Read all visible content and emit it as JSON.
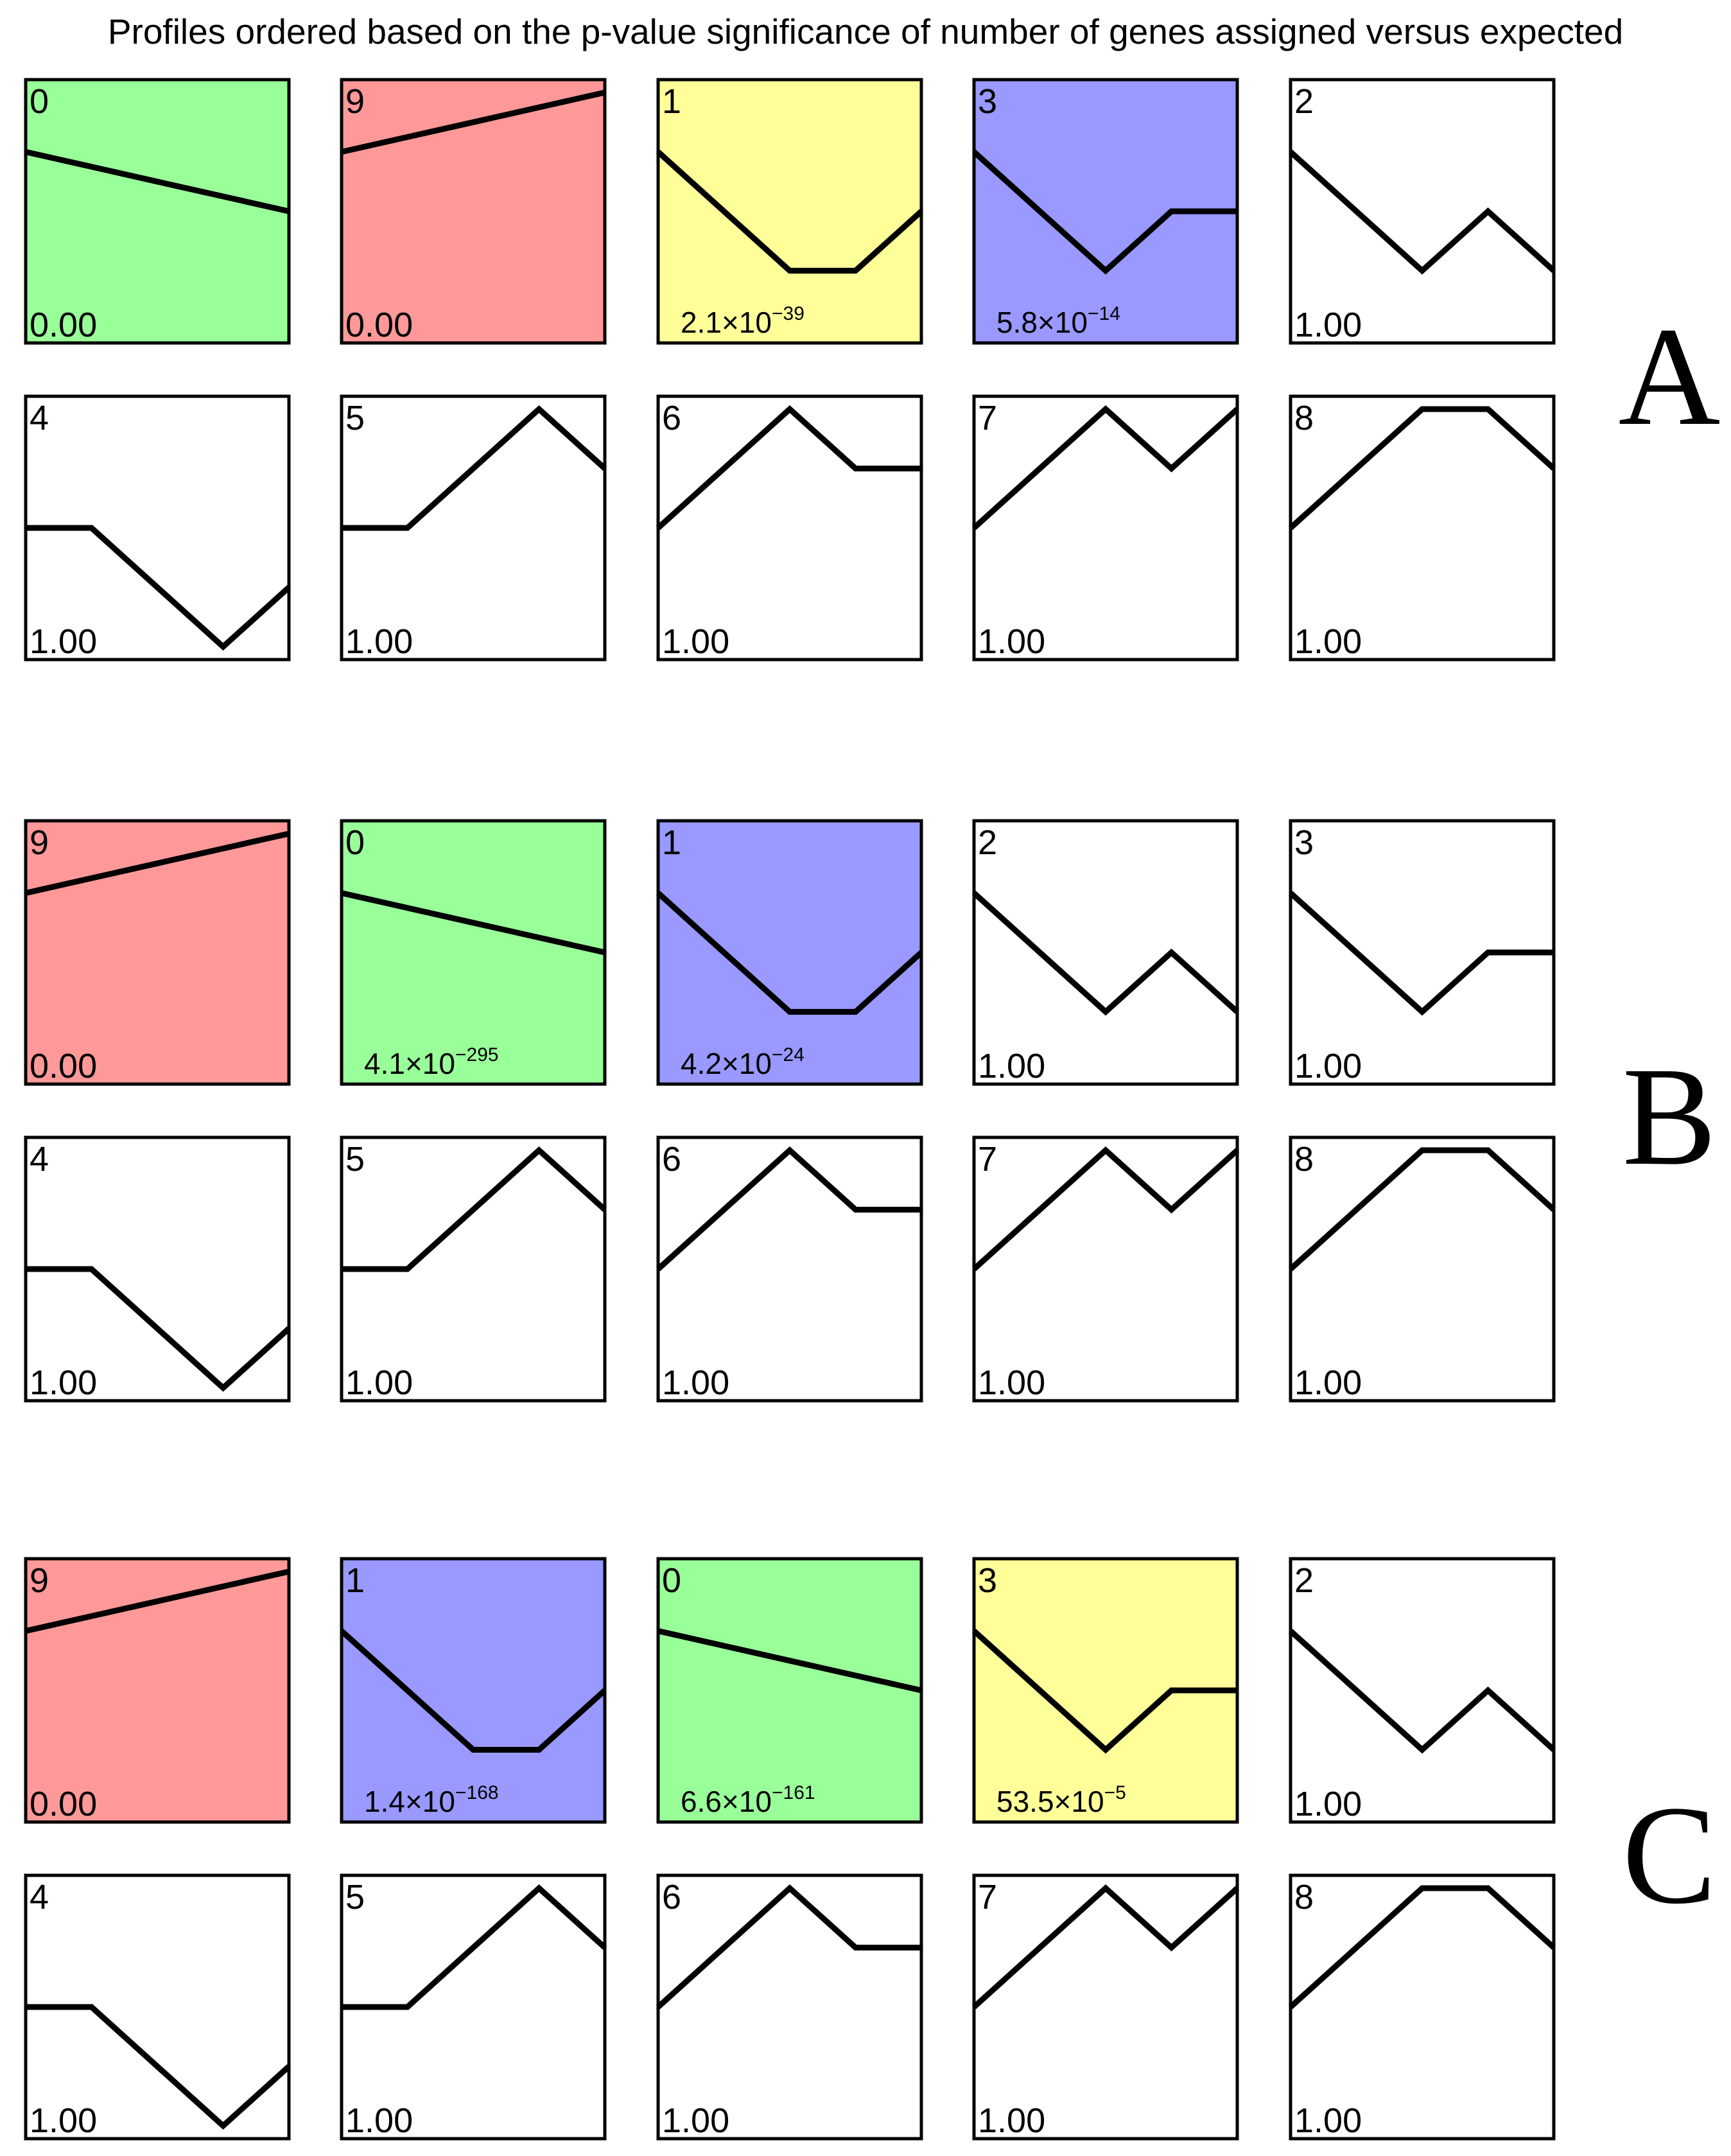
{
  "title": "Profiles ordered based on the p-value significance of number of genes assigned versus expected",
  "colors": {
    "green": "#99ff99",
    "red": "#ff9999",
    "yellow": "#ffff99",
    "blue": "#9999ff",
    "white": "#ffffff"
  },
  "shapes": {
    "0": [
      1,
      0.75,
      0.5,
      0.25,
      0
    ],
    "9": [
      1,
      1.25,
      1.5,
      1.75,
      2
    ],
    "1": [
      1,
      0,
      -1,
      -1,
      0
    ],
    "3": [
      1,
      0,
      -1,
      0,
      0
    ],
    "2": [
      1,
      0,
      -1,
      0,
      -1
    ],
    "4": [
      0,
      0,
      -1,
      -2,
      -1
    ],
    "5": [
      0,
      0,
      1,
      2,
      1
    ],
    "6": [
      0,
      1,
      2,
      1,
      1
    ],
    "7": [
      0,
      1,
      2,
      1,
      2
    ],
    "8": [
      0,
      1,
      2,
      2,
      1
    ]
  },
  "panels": [
    {
      "label": "A",
      "profiles": [
        {
          "id": "0",
          "color": "green",
          "pvalue": "0.00"
        },
        {
          "id": "9",
          "color": "red",
          "pvalue": "0.00"
        },
        {
          "id": "1",
          "color": "yellow",
          "pvalue": {
            "mantissa": "2.1×10",
            "exponent": "−39"
          }
        },
        {
          "id": "3",
          "color": "blue",
          "pvalue": {
            "mantissa": "5.8×10",
            "exponent": "−14"
          }
        },
        {
          "id": "2",
          "color": "white",
          "pvalue": "1.00"
        },
        {
          "id": "4",
          "color": "white",
          "pvalue": "1.00"
        },
        {
          "id": "5",
          "color": "white",
          "pvalue": "1.00"
        },
        {
          "id": "6",
          "color": "white",
          "pvalue": "1.00"
        },
        {
          "id": "7",
          "color": "white",
          "pvalue": "1.00"
        },
        {
          "id": "8",
          "color": "white",
          "pvalue": "1.00"
        }
      ]
    },
    {
      "label": "B",
      "profiles": [
        {
          "id": "9",
          "color": "red",
          "pvalue": "0.00"
        },
        {
          "id": "0",
          "color": "green",
          "pvalue": {
            "mantissa": "4.1×10",
            "exponent": "−295"
          }
        },
        {
          "id": "1",
          "color": "blue",
          "pvalue": {
            "mantissa": "4.2×10",
            "exponent": "−24"
          }
        },
        {
          "id": "2",
          "color": "white",
          "pvalue": "1.00"
        },
        {
          "id": "3",
          "color": "white",
          "pvalue": "1.00"
        },
        {
          "id": "4",
          "color": "white",
          "pvalue": "1.00"
        },
        {
          "id": "5",
          "color": "white",
          "pvalue": "1.00"
        },
        {
          "id": "6",
          "color": "white",
          "pvalue": "1.00"
        },
        {
          "id": "7",
          "color": "white",
          "pvalue": "1.00"
        },
        {
          "id": "8",
          "color": "white",
          "pvalue": "1.00"
        }
      ]
    },
    {
      "label": "C",
      "profiles": [
        {
          "id": "9",
          "color": "red",
          "pvalue": "0.00"
        },
        {
          "id": "1",
          "color": "blue",
          "pvalue": {
            "mantissa": "1.4×10",
            "exponent": "−168"
          }
        },
        {
          "id": "0",
          "color": "green",
          "pvalue": {
            "mantissa": "6.6×10",
            "exponent": "−161"
          }
        },
        {
          "id": "3",
          "color": "yellow",
          "pvalue": {
            "mantissa": "53.5×10",
            "exponent": "−5"
          }
        },
        {
          "id": "2",
          "color": "white",
          "pvalue": "1.00"
        },
        {
          "id": "4",
          "color": "white",
          "pvalue": "1.00"
        },
        {
          "id": "5",
          "color": "white",
          "pvalue": "1.00"
        },
        {
          "id": "6",
          "color": "white",
          "pvalue": "1.00"
        },
        {
          "id": "7",
          "color": "white",
          "pvalue": "1.00"
        },
        {
          "id": "8",
          "color": "white",
          "pvalue": "1.00"
        }
      ]
    }
  ]
}
